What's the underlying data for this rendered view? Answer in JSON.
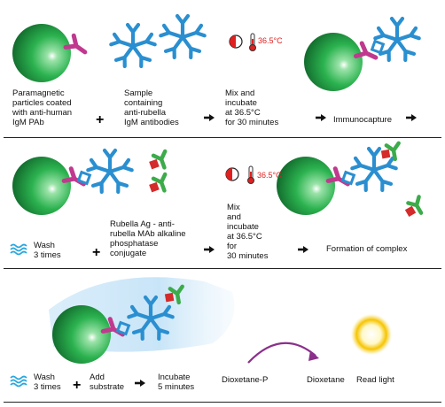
{
  "row1": {
    "particle_label": "Paramagnetic\nparticles coated\nwith anti-human\nIgM PAb",
    "sample_label": "Sample\ncontaining\nanti-rubella\nIgM antibodies",
    "mix_label": "Mix and\nincubate\nat 36.5°C\nfor 30 minutes",
    "temp_label": "36.5°C",
    "immunocapture_label": "Immunocapture"
  },
  "row2": {
    "wash_label": "Wash\n3 times",
    "conjugate_label": "Rubella Ag - anti-\nrubella MAb alkaline\nphosphatase\nconjugate",
    "mix_label": "Mix\nand\nincubate\nat 36.5°C\nfor\n30 minutes",
    "temp_label": "36.5°C",
    "complex_label": "Formation of complex"
  },
  "row3": {
    "wash_label": "Wash\n3 times",
    "substrate_label": "Add\nsubstrate",
    "incubate_label": "Incubate\n5 minutes",
    "reactant_label": "Dioxetane-P",
    "product_label": "Dioxetane",
    "read_label": "Read light"
  },
  "symbols": {
    "plus": "+",
    "arrow": "→"
  },
  "icons": [
    "paramagnetic-particle-icon",
    "antibody-icon",
    "clock-icon",
    "thermometer-icon",
    "wash-icon",
    "antigen-icon",
    "light-icon"
  ],
  "colors": {
    "particle": "#1fa34a",
    "antibody": "#2a8fd0",
    "capture": "#c0398e",
    "antigen": "#d42b2b",
    "conjugate": "#3cab4a",
    "glow": "#f6c400",
    "reaction_arrow": "#8b2f8b",
    "temp_text": "#e02020"
  }
}
